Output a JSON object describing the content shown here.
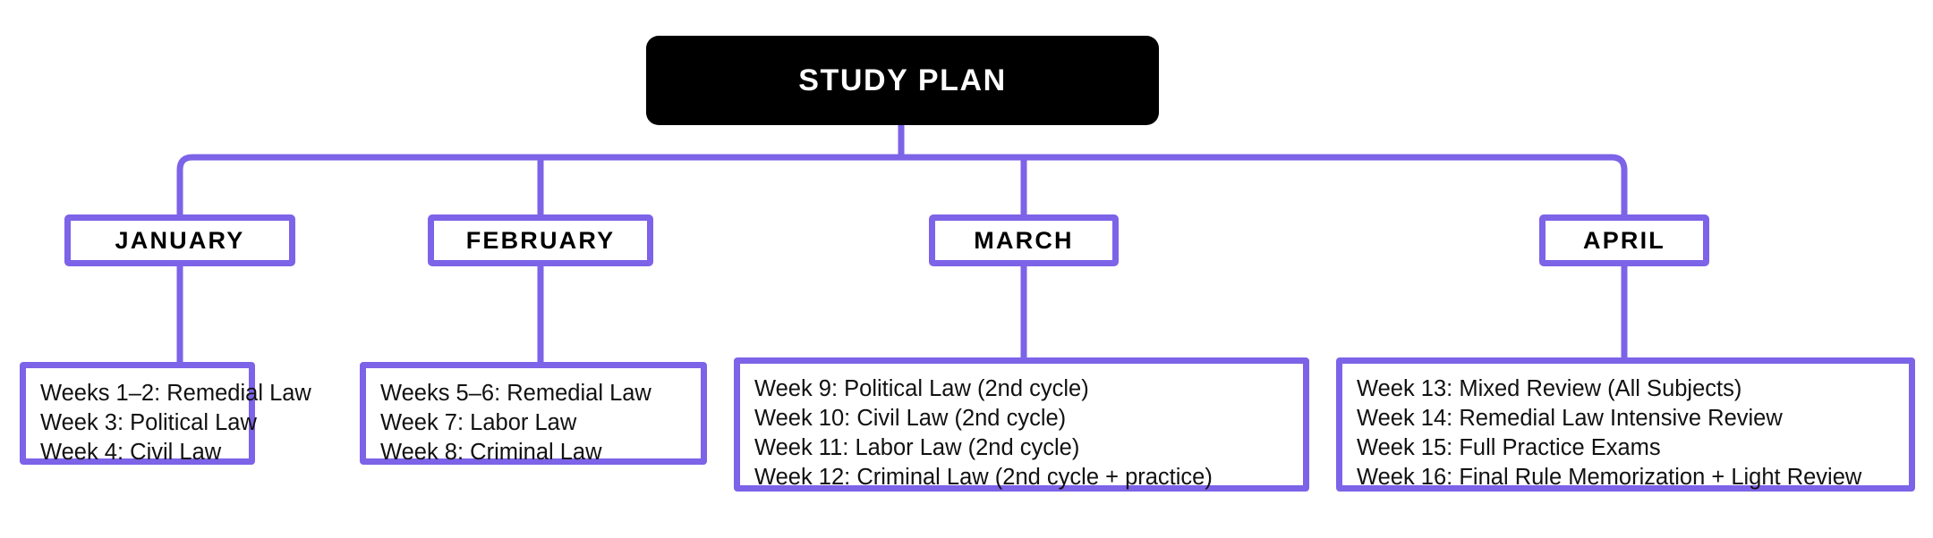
{
  "diagram": {
    "title": "Study Plan",
    "type": "organizational-tree",
    "accent_color": "#7C63E8",
    "root_fill": "#000000",
    "root_text_color": "#FFFFFF",
    "node_fill": "#FFFFFF",
    "node_text_color": "#000000"
  },
  "root": {
    "label": "STUDY PLAN"
  },
  "months": [
    {
      "id": "january",
      "label": "JANUARY"
    },
    {
      "id": "february",
      "label": "FEBRUARY"
    },
    {
      "id": "march",
      "label": "MARCH"
    },
    {
      "id": "april",
      "label": "APRIL"
    }
  ],
  "details": [
    {
      "id": "january-detail",
      "month": "JANUARY",
      "lines": [
        "Weeks 1–2: Remedial Law",
        "Week 3: Political Law",
        "Week 4: Civil Law"
      ]
    },
    {
      "id": "february-detail",
      "month": "FEBRUARY",
      "lines": [
        "Weeks 5–6: Remedial Law",
        "Week 7: Labor Law",
        "Week 8: Criminal Law"
      ]
    },
    {
      "id": "march-detail",
      "month": "MARCH",
      "lines": [
        "Week 9: Political Law (2nd cycle)",
        "Week 10: Civil Law (2nd cycle)",
        "Week 11: Labor Law (2nd cycle)",
        "Week 12: Criminal Law (2nd cycle + practice)"
      ]
    },
    {
      "id": "april-detail",
      "month": "APRIL",
      "lines": [
        "Week 13: Mixed Review (All Subjects)",
        "Week 14: Remedial Law Intensive Review",
        "Week 15: Full Practice Exams",
        "Week 16: Final Rule Memorization + Light Review"
      ]
    }
  ]
}
